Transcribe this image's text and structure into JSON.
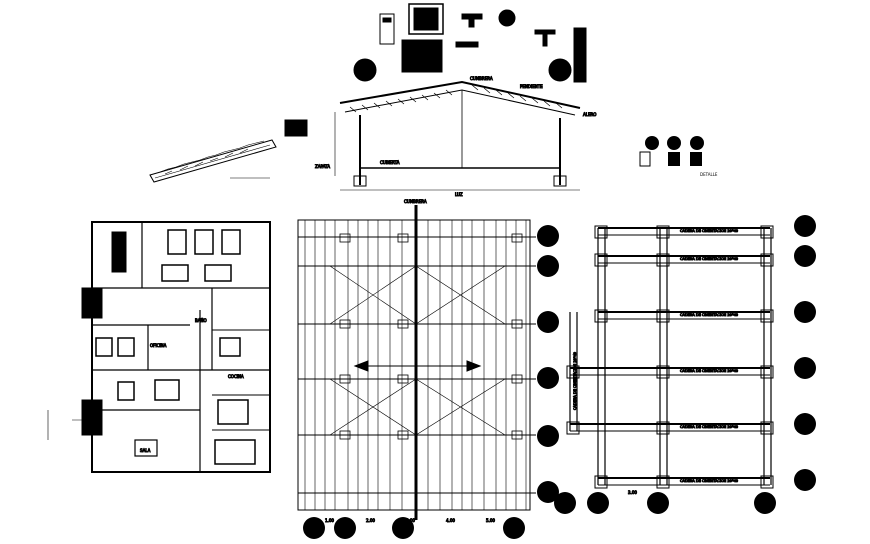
{
  "colors": {
    "background": "#ffffff",
    "ink": "#000000"
  },
  "section": {
    "ridge_label": "CUMBRERA",
    "eave_label": "ALERO",
    "roof_label": "CUBIERTA",
    "slope_label": "PENDIENTE",
    "span_label": "LUZ",
    "base_label": "ZAPATA",
    "detail_label": "DETALLE"
  },
  "floor_plan": {
    "room_label": "SALA",
    "office_label": "OFICINA",
    "bath_label": "BAÑO",
    "kitchen_label": "COCINA"
  },
  "roof_framing": {
    "top_label": "CUMBRERA",
    "tick_labels": [
      "1.00",
      "2.00",
      "3.00",
      "4.00",
      "5.00"
    ]
  },
  "beam_plan": {
    "beam_labels": [
      "CADENA DE CIMENTACION 20*40",
      "CADENA DE CIMENTACION 20*40",
      "CADENA DE CIMENTACION 20*40",
      "CADENA DE CIMENTACION 20*40",
      "CADENA DE CIMENTACION 20*40",
      "CADENA DE CIMENTACION 20*40"
    ],
    "vertical_label": "CADENA DE CIMENTACION 20*40",
    "dim_label": "3.00"
  }
}
